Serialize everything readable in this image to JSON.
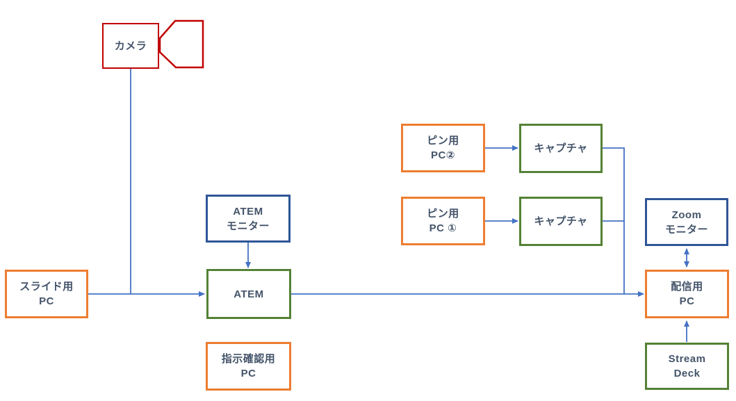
{
  "diagram": {
    "colors": {
      "pc_box_border": "#ED7D31",
      "hardware_box_border": "#548235",
      "monitor_box_border": "#2F5597",
      "camera_border": "#C00000",
      "connector_line": "#4472C4",
      "label_text": "#44546A",
      "background": "#FFFFFF"
    },
    "nodes": [
      {
        "id": "camera",
        "label": "カメラ",
        "type": "camera"
      },
      {
        "id": "slide-pc",
        "label": "スライド用\nPC",
        "type": "pc"
      },
      {
        "id": "atem-monitor",
        "label": "ATEM\nモニター",
        "type": "monitor"
      },
      {
        "id": "atem",
        "label": "ATEM",
        "type": "hardware"
      },
      {
        "id": "instruction-pc",
        "label": "指示確認用\nPC",
        "type": "pc"
      },
      {
        "id": "pin-pc-2",
        "label": "ピン用\nPC②",
        "type": "pc"
      },
      {
        "id": "capture-2",
        "label": "キャプチャ",
        "type": "hardware"
      },
      {
        "id": "pin-pc-1",
        "label": "ピン用\nPC ①",
        "type": "pc"
      },
      {
        "id": "capture-1",
        "label": "キャプチャ",
        "type": "hardware"
      },
      {
        "id": "zoom-monitor",
        "label": "Zoom\nモニター",
        "type": "monitor"
      },
      {
        "id": "streaming-pc",
        "label": "配信用\nPC",
        "type": "pc"
      },
      {
        "id": "stream-deck",
        "label": "Stream\nDeck",
        "type": "hardware"
      }
    ],
    "edges": [
      {
        "from": "camera",
        "to": "atem",
        "arrow": "end"
      },
      {
        "from": "slide-pc",
        "to": "atem",
        "arrow": "end"
      },
      {
        "from": "atem-monitor",
        "to": "atem",
        "arrow": "end"
      },
      {
        "from": "atem",
        "to": "streaming-pc",
        "arrow": "end"
      },
      {
        "from": "pin-pc-2",
        "to": "capture-2",
        "arrow": "end"
      },
      {
        "from": "pin-pc-1",
        "to": "capture-1",
        "arrow": "end"
      },
      {
        "from": "capture-2",
        "to": "streaming-pc",
        "arrow": "end"
      },
      {
        "from": "capture-1",
        "to": "streaming-pc",
        "arrow": "end"
      },
      {
        "from": "zoom-monitor",
        "to": "streaming-pc",
        "arrow": "both"
      },
      {
        "from": "stream-deck",
        "to": "streaming-pc",
        "arrow": "end"
      }
    ]
  }
}
